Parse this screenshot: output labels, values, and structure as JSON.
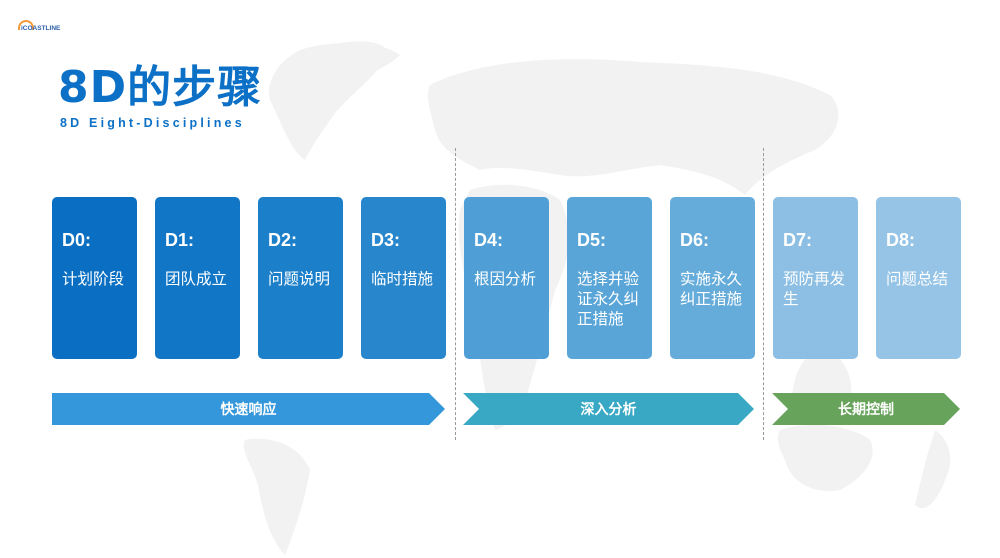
{
  "logo": {
    "text": "iCOASTLINE"
  },
  "header": {
    "title": "8D的步骤",
    "subtitle": "8D Eight-Disciplines"
  },
  "steps": [
    {
      "code": "D0:",
      "desc": "计划阶段",
      "color": "#0a6fc2"
    },
    {
      "code": "D1:",
      "desc": "团队成立",
      "color": "#1176c5"
    },
    {
      "code": "D2:",
      "desc": "问题说明",
      "color": "#1c7fc9"
    },
    {
      "code": "D3:",
      "desc": "临时措施",
      "color": "#2886cc"
    },
    {
      "code": "D4:",
      "desc": "根因分析",
      "color": "#4f9fd6"
    },
    {
      "code": "D5:",
      "desc": "选择并验证永久纠正措施",
      "color": "#5aa5d8"
    },
    {
      "code": "D6:",
      "desc": "实施永久纠正措施",
      "color": "#66acda"
    },
    {
      "code": "D7:",
      "desc": "预防再发生",
      "color": "#8cbfe3"
    },
    {
      "code": "D8:",
      "desc": "问题总结",
      "color": "#95c4e6"
    }
  ],
  "phases": [
    {
      "label": "快速响应",
      "color": "#3497db"
    },
    {
      "label": "深入分析",
      "color": "#38a8c4"
    },
    {
      "label": "长期控制",
      "color": "#67a35a"
    }
  ]
}
